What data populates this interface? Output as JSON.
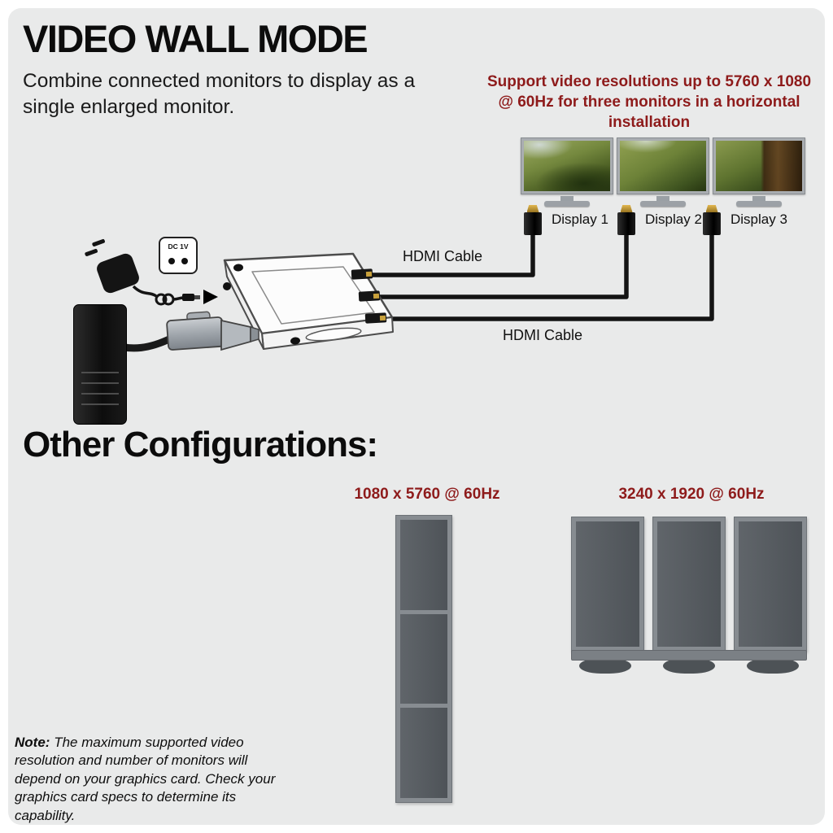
{
  "colors": {
    "background": "#e9eaea",
    "accent_red": "#8e1b1b",
    "text_black": "#111111",
    "monitor_frame": "#878c91",
    "monitor_screen": "#54595e"
  },
  "header": {
    "title": "VIDEO WALL MODE",
    "subtitle": "Combine connected monitors to display as a single enlarged monitor."
  },
  "main_diagram": {
    "resolution_note": "Support video resolutions up to 5760 x 1080 @ 60Hz for three monitors in a horizontal installation",
    "displays": [
      {
        "label": "Display 1"
      },
      {
        "label": "Display 2"
      },
      {
        "label": "Display 3"
      }
    ],
    "hdmi_cable_label_top": "HDMI Cable",
    "hdmi_cable_label_bottom": "HDMI Cable",
    "power_plug_label": "DC 1V"
  },
  "other_configurations": {
    "heading": "Other Configurations:",
    "vertical_config": {
      "resolution": "1080 x 5760 @ 60Hz"
    },
    "grid_config": {
      "resolution": "3240 x 1920 @ 60Hz"
    }
  },
  "note": {
    "prefix": "Note:",
    "body": "The maximum supported video resolution and number of monitors will depend on your graphics card. Check your graphics card specs to determine its capability."
  }
}
